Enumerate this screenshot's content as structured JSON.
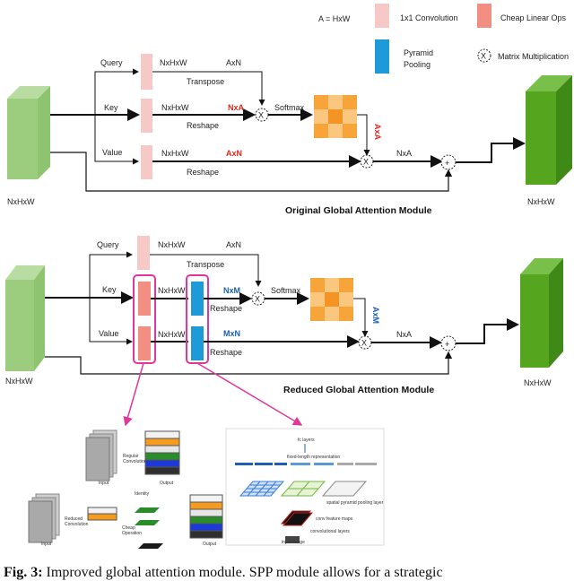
{
  "legend": {
    "formula": "A = HxW",
    "conv1x1": "1x1 Convolution",
    "cheap_ops": "Cheap Linear Ops",
    "pyramid_pooling_l1": "Pyramid",
    "pyramid_pooling_l2": "Pooling",
    "matmul": "Matrix Multiplication",
    "matmul_symbol": "X",
    "colors": {
      "conv1x1": "#f6c9c6",
      "cheap_ops": "#f28f82",
      "pyramid": "#1e9ad8"
    }
  },
  "top_diagram": {
    "title": "Original Global Attention Module",
    "input_label": "NxHxW",
    "output_label": "NxHxW",
    "query": "Query",
    "key": "Key",
    "value": "Value",
    "q_dim": "NxHxW",
    "k_dim": "NxHxW",
    "v_dim": "NxHxW",
    "axn_top": "AxN",
    "transpose": "Transpose",
    "nxa_mid": "NxA",
    "reshape1": "Reshape",
    "softmax": "Softmax",
    "axn_val": "AxN",
    "reshape2": "Reshape",
    "axa_vert": "AxA",
    "nxa_out": "NxA",
    "plus": "+"
  },
  "bottom_diagram": {
    "title": "Reduced Global Attention Module",
    "input_label": "NxHxW",
    "output_label": "NxHxW",
    "query": "Query",
    "key": "Key",
    "value": "Value",
    "q_dim": "NxHxW",
    "k_dim": "NxHxW",
    "v_dim": "NxHxW",
    "axn_top": "AxN",
    "transpose": "Transpose",
    "nxm": "NxM",
    "reshape1": "Reshape",
    "softmax": "Softmax",
    "mxn": "MxN",
    "reshape2": "Reshape",
    "axm_vert": "AxM",
    "nxa_out": "NxA",
    "plus": "+"
  },
  "ghost_inset": {
    "input": "Input",
    "bigger_conv_l1": "Regular",
    "bigger_conv_l2": "Convolution",
    "output": "Output",
    "input2": "Input",
    "reduced_conv_l1": "Reduced",
    "reduced_conv_l2": "Convolution",
    "identity": "Identity",
    "cheap_l1": "Cheap",
    "cheap_l2": "Operation",
    "output2": "Output"
  },
  "spp_inset": {
    "fc": "fc layers",
    "fixed": "fixed-length representation",
    "spp_layer": "spatial pyramid pooling layer",
    "conv_maps": "conv feature maps",
    "conv_layers": "convolutional layers",
    "input_image": "input image"
  },
  "caption": {
    "label": "Fig. 3:",
    "text": " Improved global attention module. SPP module allows for a strategic"
  }
}
